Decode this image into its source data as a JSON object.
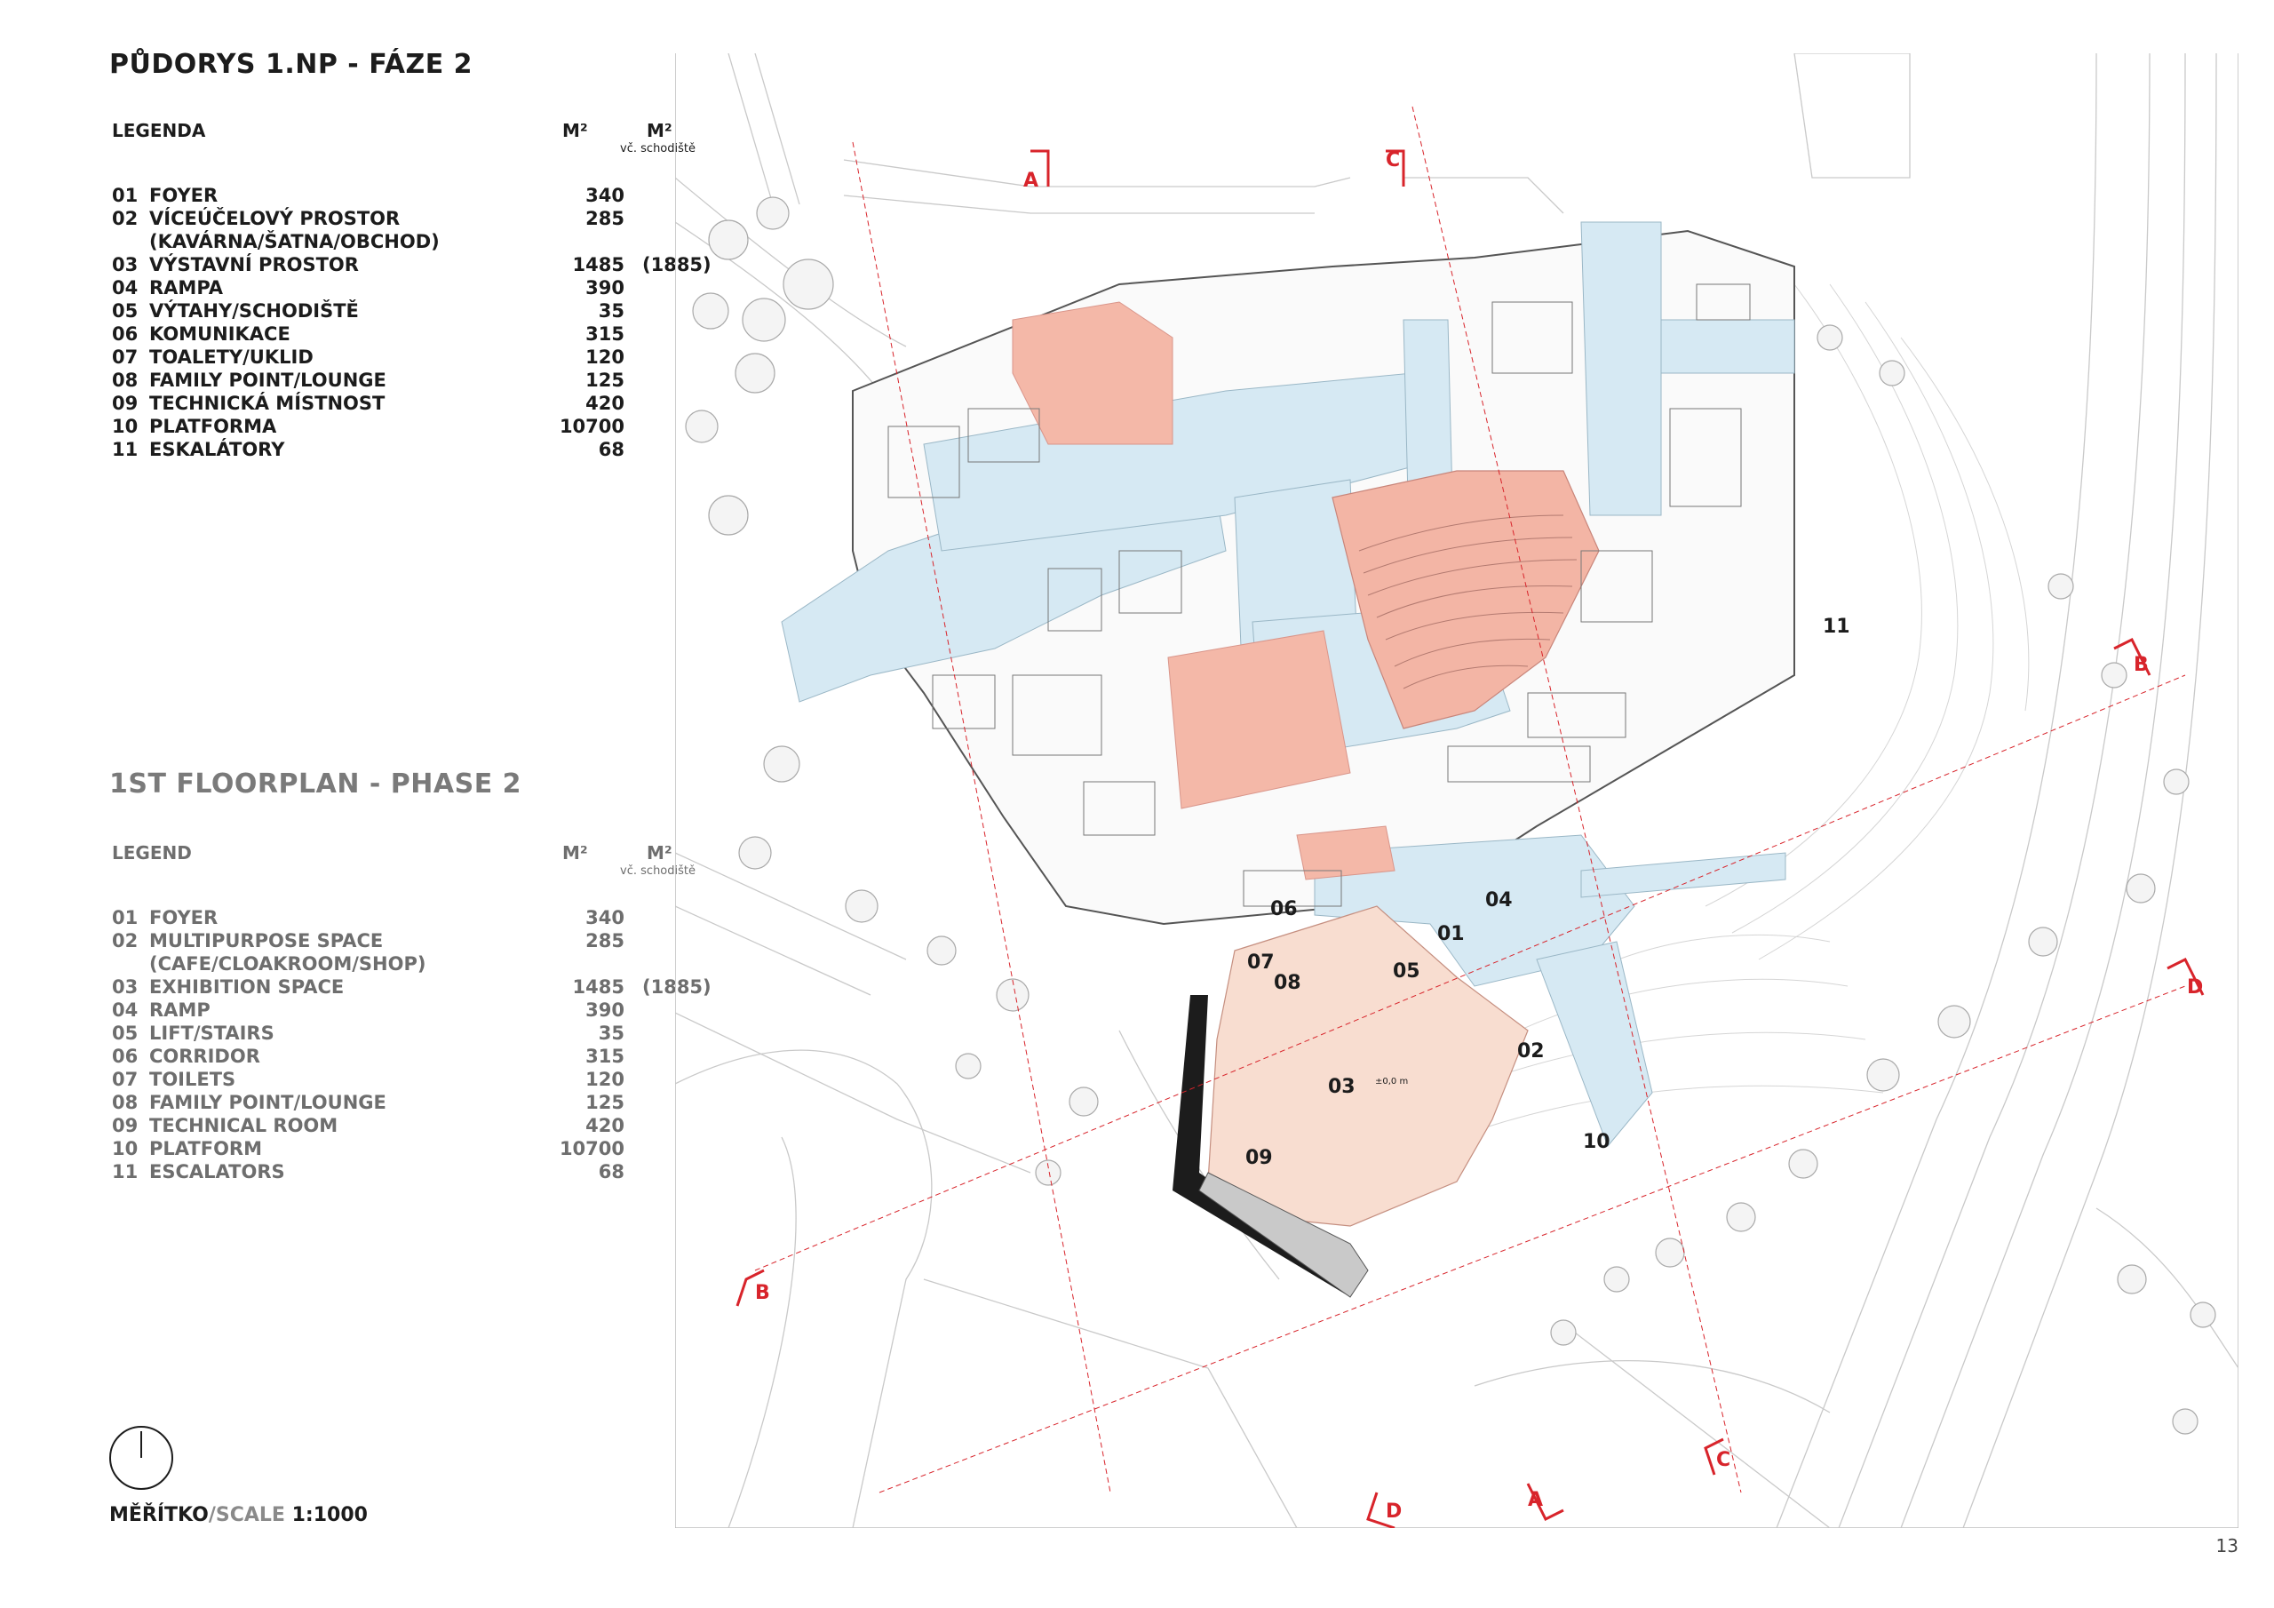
{
  "title_cz": "PŮDORYS 1.NP - FÁZE 2",
  "title_en": "1ST FLOORPLAN - PHASE 2",
  "legend_cz": {
    "heading": "LEGENDA",
    "col1": "M²",
    "col2": "M²",
    "col2_note": "vč. schodiště",
    "items": [
      {
        "num": "01",
        "name": "FOYER",
        "area": "340",
        "area2": ""
      },
      {
        "num": "02",
        "name": "VÍCEÚČELOVÝ PROSTOR",
        "area": "285",
        "area2": ""
      },
      {
        "num": "",
        "name": "(KAVÁRNA/ŠATNA/OBCHOD)",
        "area": "",
        "area2": ""
      },
      {
        "num": "03",
        "name": "VÝSTAVNÍ PROSTOR",
        "area": "1485",
        "area2": "(1885)"
      },
      {
        "num": "04",
        "name": "RAMPA",
        "area": "390",
        "area2": ""
      },
      {
        "num": "05",
        "name": "VÝTAHY/SCHODIŠTĚ",
        "area": "35",
        "area2": ""
      },
      {
        "num": "06",
        "name": "KOMUNIKACE",
        "area": "315",
        "area2": ""
      },
      {
        "num": "07",
        "name": "TOALETY/UKLID",
        "area": "120",
        "area2": ""
      },
      {
        "num": "08",
        "name": "FAMILY POINT/LOUNGE",
        "area": "125",
        "area2": ""
      },
      {
        "num": "09",
        "name": "TECHNICKÁ MÍSTNOST",
        "area": "420",
        "area2": ""
      },
      {
        "num": "10",
        "name": "PLATFORMA",
        "area": "10700",
        "area2": ""
      },
      {
        "num": "11",
        "name": "ESKALÁTORY",
        "area": "68",
        "area2": ""
      }
    ]
  },
  "legend_en": {
    "heading": "LEGEND",
    "col1": "M²",
    "col2": "M²",
    "col2_note": "vč. schodiště",
    "items": [
      {
        "num": "01",
        "name": "FOYER",
        "area": "340",
        "area2": ""
      },
      {
        "num": "02",
        "name": "MULTIPURPOSE SPACE",
        "area": "285",
        "area2": ""
      },
      {
        "num": "",
        "name": "(CAFE/CLOAKROOM/SHOP)",
        "area": "",
        "area2": ""
      },
      {
        "num": "03",
        "name": "EXHIBITION SPACE",
        "area": "1485",
        "area2": "(1885)"
      },
      {
        "num": "04",
        "name": "RAMP",
        "area": "390",
        "area2": ""
      },
      {
        "num": "05",
        "name": "LIFT/STAIRS",
        "area": "35",
        "area2": ""
      },
      {
        "num": "06",
        "name": "CORRIDOR",
        "area": "315",
        "area2": ""
      },
      {
        "num": "07",
        "name": "TOILETS",
        "area": "120",
        "area2": ""
      },
      {
        "num": "08",
        "name": "FAMILY POINT/LOUNGE",
        "area": "125",
        "area2": ""
      },
      {
        "num": "09",
        "name": "TECHNICAL ROOM",
        "area": "420",
        "area2": ""
      },
      {
        "num": "10",
        "name": "PLATFORM",
        "area": "10700",
        "area2": ""
      },
      {
        "num": "11",
        "name": "ESCALATORS",
        "area": "68",
        "area2": ""
      }
    ]
  },
  "scale": {
    "label_cz": "MĚŘÍTKO",
    "sep": "/",
    "label_en": "SCALE",
    "value": "1:1000"
  },
  "page_number": "13",
  "plan_labels": {
    "r01": "01",
    "r02": "02",
    "r03": "03",
    "r04": "04",
    "r05": "05",
    "r06": "06",
    "r07": "07",
    "r08": "08",
    "r09": "09",
    "r10": "10",
    "r11": "11",
    "level": "±0,0 m"
  },
  "section_markers": {
    "a": "A",
    "b": "B",
    "c": "C",
    "d": "D"
  },
  "colors": {
    "corridor": "#d6e9f3",
    "salmon": "#f4b8a8",
    "exhibition": "#f8ddd0",
    "marker": "#d8242b",
    "line": "#9a9a9a"
  }
}
